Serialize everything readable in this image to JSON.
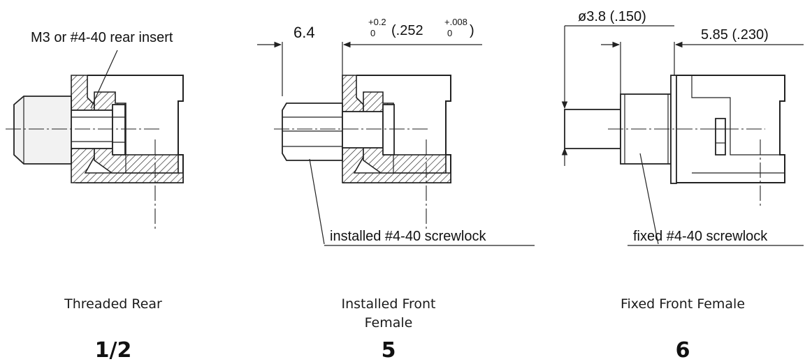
{
  "callouts": {
    "rear_insert": "M3 or #4-40 rear insert",
    "installed_screwlock": "installed #4-40 screwlock",
    "fixed_screwlock": "fixed #4-40 screwlock"
  },
  "dimensions": {
    "flange_width": "6.4",
    "tol_plus": "+0.2",
    "tol_zero": "0",
    "inch_value": "(.252",
    "inch_tol_plus": "+.008",
    "inch_tol_zero": "0",
    "inch_close": ")",
    "diameter": "ø3.8 (.150)",
    "length": "5.85 (.230)"
  },
  "variants": [
    {
      "caption_line1": "Threaded Rear",
      "caption_line2": "",
      "code": "1/2"
    },
    {
      "caption_line1": "Installed Front",
      "caption_line2": "Female",
      "code": "5"
    },
    {
      "caption_line1": "Fixed Front Female",
      "caption_line2": "",
      "code": "6"
    }
  ]
}
